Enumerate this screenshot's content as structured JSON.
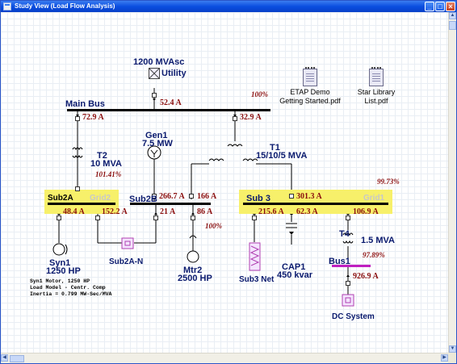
{
  "window": {
    "title": "Study View (Load Flow Analysis)",
    "buttons": {
      "minimize": "_",
      "maximize": "□",
      "close": "×"
    }
  },
  "diagram": {
    "utility": {
      "rating": "1200 MVAsc",
      "name": "Utility"
    },
    "pct": {
      "utility": "100%",
      "t2": "101.41%",
      "sub3": "99.73%",
      "mtr2": "100%",
      "t4": "97.89%"
    },
    "buses": {
      "main": "Main Bus",
      "sub2a": "Sub2A",
      "grid2": "Grid2",
      "sub2b": "Sub2B",
      "sub3": "Sub 3",
      "grid1": "Grid1",
      "bus1": "Bus1"
    },
    "currents": {
      "utility": "52.4 A",
      "t2_top": "72.9 A",
      "t1_top": "32.9 A",
      "gen1": "266.7 A",
      "t1_sub2b": "166 A",
      "t1_sub3": "301.3 A",
      "syn1": "48.4 A",
      "sub2an_a": "152.2 A",
      "sub2an_b": "21 A",
      "mtr2": "86 A",
      "sub3net": "215.6 A",
      "cap1": "62.3 A",
      "t4": "106.9 A",
      "dc": "926.9 A"
    },
    "equipment": {
      "gen1_name": "Gen1",
      "gen1_rating": "7.5 MW",
      "t2_name": "T2",
      "t2_rating": "10 MVA",
      "t1_name": "T1",
      "t1_rating": "15/10/5 MVA",
      "t4_name": "T4",
      "t4_rating": "1.5 MVA",
      "syn1_name": "Syn1",
      "syn1_rating": "1250 HP",
      "sub2an": "Sub2A-N",
      "mtr2_name": "Mtr2",
      "mtr2_rating": "2500 HP",
      "sub3net": "Sub3 Net",
      "cap1_name": "CAP1",
      "cap1_rating": "450 kvar",
      "dc": "DC System"
    },
    "note": {
      "line1": "Syn1 Motor, 1250 HP",
      "line2": "Load Model - Centr. Comp",
      "line3": "Inertia = 0.799 MW-Sec/MVA"
    },
    "docs": {
      "etap_line1": "ETAP Demo",
      "etap_line2": "Getting Started.pdf",
      "star_line1": "Star Library",
      "star_line2": "List.pdf"
    }
  },
  "colors": {
    "bus_highlight": "#f7f06a",
    "current_text": "#8b0f0f",
    "label_text": "#0a1a6e",
    "bus1_color": "#c020c0"
  }
}
